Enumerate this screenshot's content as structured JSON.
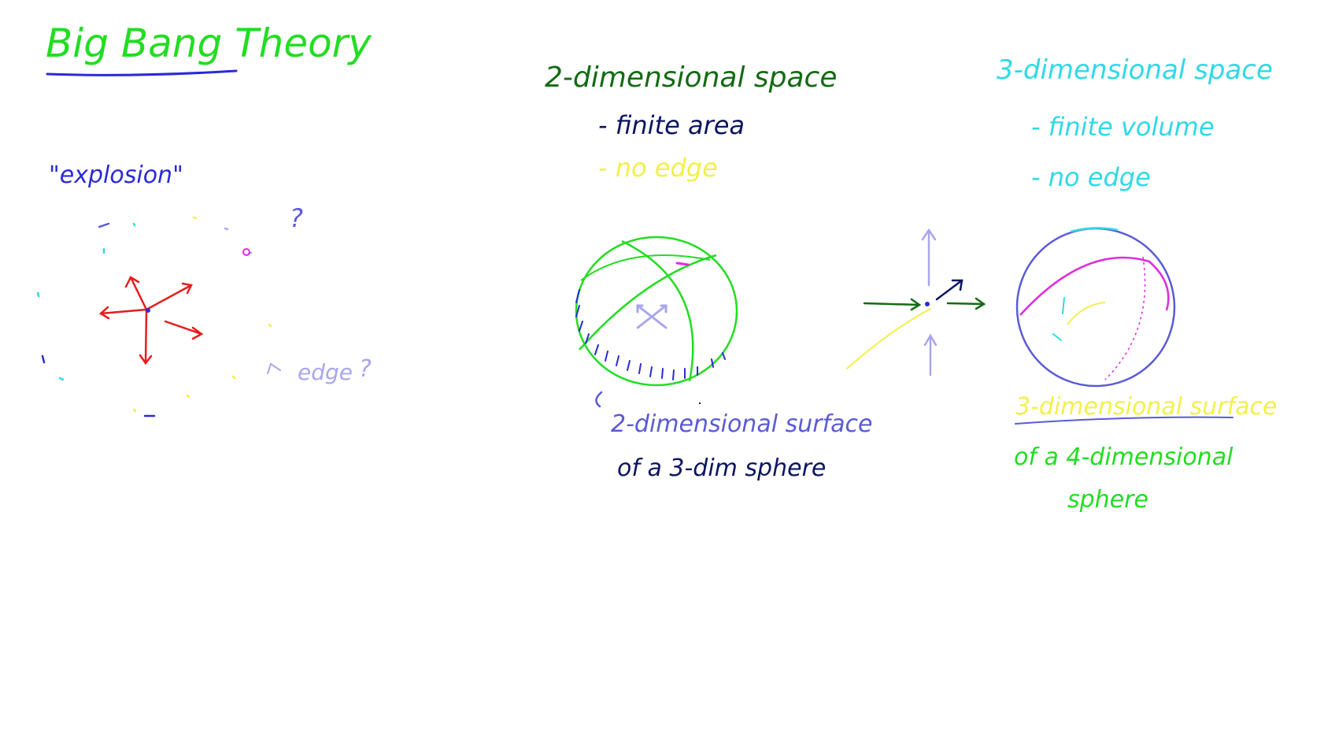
{
  "board": {
    "title": "Big Bang Theory",
    "explosion": {
      "label": "\"explosion\"",
      "question_mark": "?",
      "edge_label": "edge",
      "edge_question": "?"
    },
    "two_dim": {
      "heading": "2-dimensional space",
      "bullet_area": "- finite area",
      "bullet_edge": "- no edge",
      "caption_line1": "2-dimensional surface",
      "caption_line2": "of a 3-dim sphere"
    },
    "three_dim": {
      "heading": "3-dimensional space",
      "bullet_volume": "- finite volume",
      "bullet_edge": "- no edge",
      "caption_line1": "3-dimensional surface",
      "caption_line2": "of a 4-dimensional",
      "caption_line3": "sphere"
    }
  },
  "colors": {
    "green": "#22dd22",
    "dark_green": "#136b13",
    "blue": "#2a2ad8",
    "navy": "#0c1560",
    "cyan": "#2fd9e8",
    "yellow": "#f3f04a",
    "magenta": "#e02ae0",
    "red": "#e81c1c",
    "lavender": "#a9a6ec",
    "periwinkle": "#5a5ad6"
  }
}
